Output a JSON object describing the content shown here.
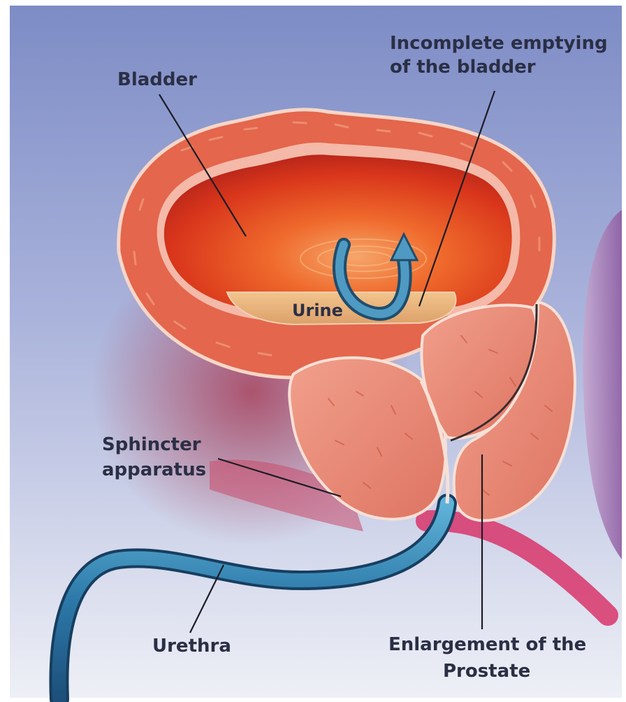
{
  "labels": {
    "bladder": "Bladder",
    "incomplete_line1": "Incomplete emptying",
    "incomplete_line2": "of the bladder",
    "urine": "Urine",
    "sphincter_line1": "Sphincter",
    "sphincter_line2": "apparatus",
    "urethra": "Urethra",
    "enlargement_line1": "Enlargement of the",
    "enlargement_line2": "Prostate"
  },
  "colors": {
    "background_top": "#7f8fc8",
    "background_bottom": "#eef0f6",
    "bladder_wall": "#e56a4f",
    "bladder_interior": "#e8401e",
    "urine": "#eab57a",
    "prostate": "#e98a78",
    "urethra": "#2c78a8",
    "arrow": "#4f8fb5",
    "rectum_shadow": "#9a6aa8"
  }
}
